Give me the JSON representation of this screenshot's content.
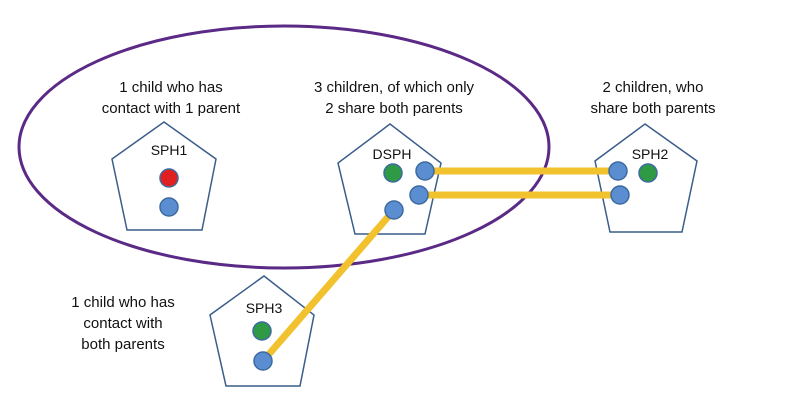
{
  "colors": {
    "ellipse": "#5b2a86",
    "pentagon_stroke": "#3a5d8a",
    "pentagon_fill": "#ffffff",
    "link": "#f2c12e",
    "dot_stroke": "#3e6aa0",
    "blue": "#5b8ed0",
    "green": "#2e9a46",
    "red": "#e02020"
  },
  "nodes": {
    "sph1": {
      "label": "SPH1"
    },
    "dsph": {
      "label": "DSPH"
    },
    "sph2": {
      "label": "SPH2"
    },
    "sph3": {
      "label": "SPH3"
    }
  },
  "captions": {
    "sph1": [
      "1 child who has",
      "contact with 1 parent"
    ],
    "dsph": [
      "3 children, of which only",
      "2 share both parents"
    ],
    "sph2": [
      "2 children, who",
      "share both parents"
    ],
    "sph3": [
      "1 child who has",
      "contact with",
      "both parents"
    ]
  }
}
